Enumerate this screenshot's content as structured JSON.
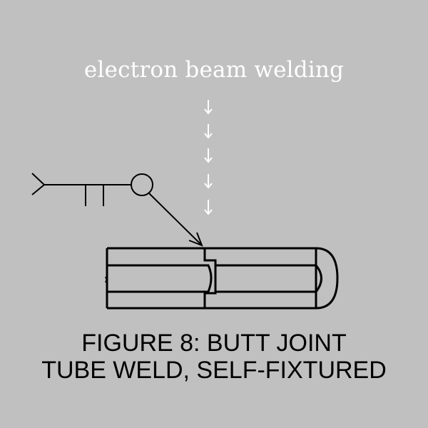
{
  "beam_label": "electron beam welding",
  "caption": {
    "line1": "FIGURE 8:  BUTT JOINT",
    "line2": "TUBE WELD, SELF-FIXTURED"
  },
  "colors": {
    "background": "#c0c0c0",
    "beam_arrows": "#ffffff",
    "beam_label": "#ffffff",
    "linework": "#000000"
  },
  "icons": {
    "beam_arrow": "down-arrow-icon",
    "weld_symbol": "weld-all-around-circle-icon"
  }
}
